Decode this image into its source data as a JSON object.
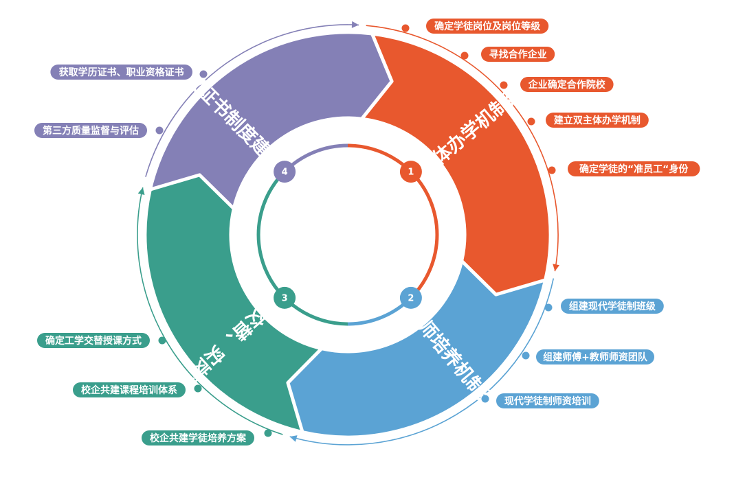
{
  "colors": {
    "orange": "#E8582E",
    "blue": "#5BA3D4",
    "green": "#3A9E8C",
    "purple": "#8480B6"
  },
  "segments": [
    {
      "id": "1",
      "number": "1",
      "title": "双主体办学机制建立",
      "color": "orange"
    },
    {
      "id": "2",
      "number": "2",
      "title": "双导师培养机制建立",
      "color": "blue"
    },
    {
      "id": "3",
      "number": "3",
      "title": "工学交替、实岗育人",
      "color": "green"
    },
    {
      "id": "4",
      "number": "4",
      "title": "双证书制度建立",
      "color": "purple"
    }
  ],
  "labels": {
    "orange": [
      "确定学徒岗位及岗位等级",
      "寻找合作企业",
      "企业确定合作院校",
      "建立双主体办学机制",
      "确定学徒的“准员工“身份"
    ],
    "blue": [
      "组建现代学徒制班级",
      "组建师傅+教师师资团队",
      "现代学徒制师资培训"
    ],
    "green": [
      "确定工学交替授课方式",
      "校企共建课程培训体系",
      "校企共建学徒培养方案"
    ],
    "purple": [
      "获取学历证书、职业资格证书",
      "第三方质量监督与评估"
    ]
  }
}
